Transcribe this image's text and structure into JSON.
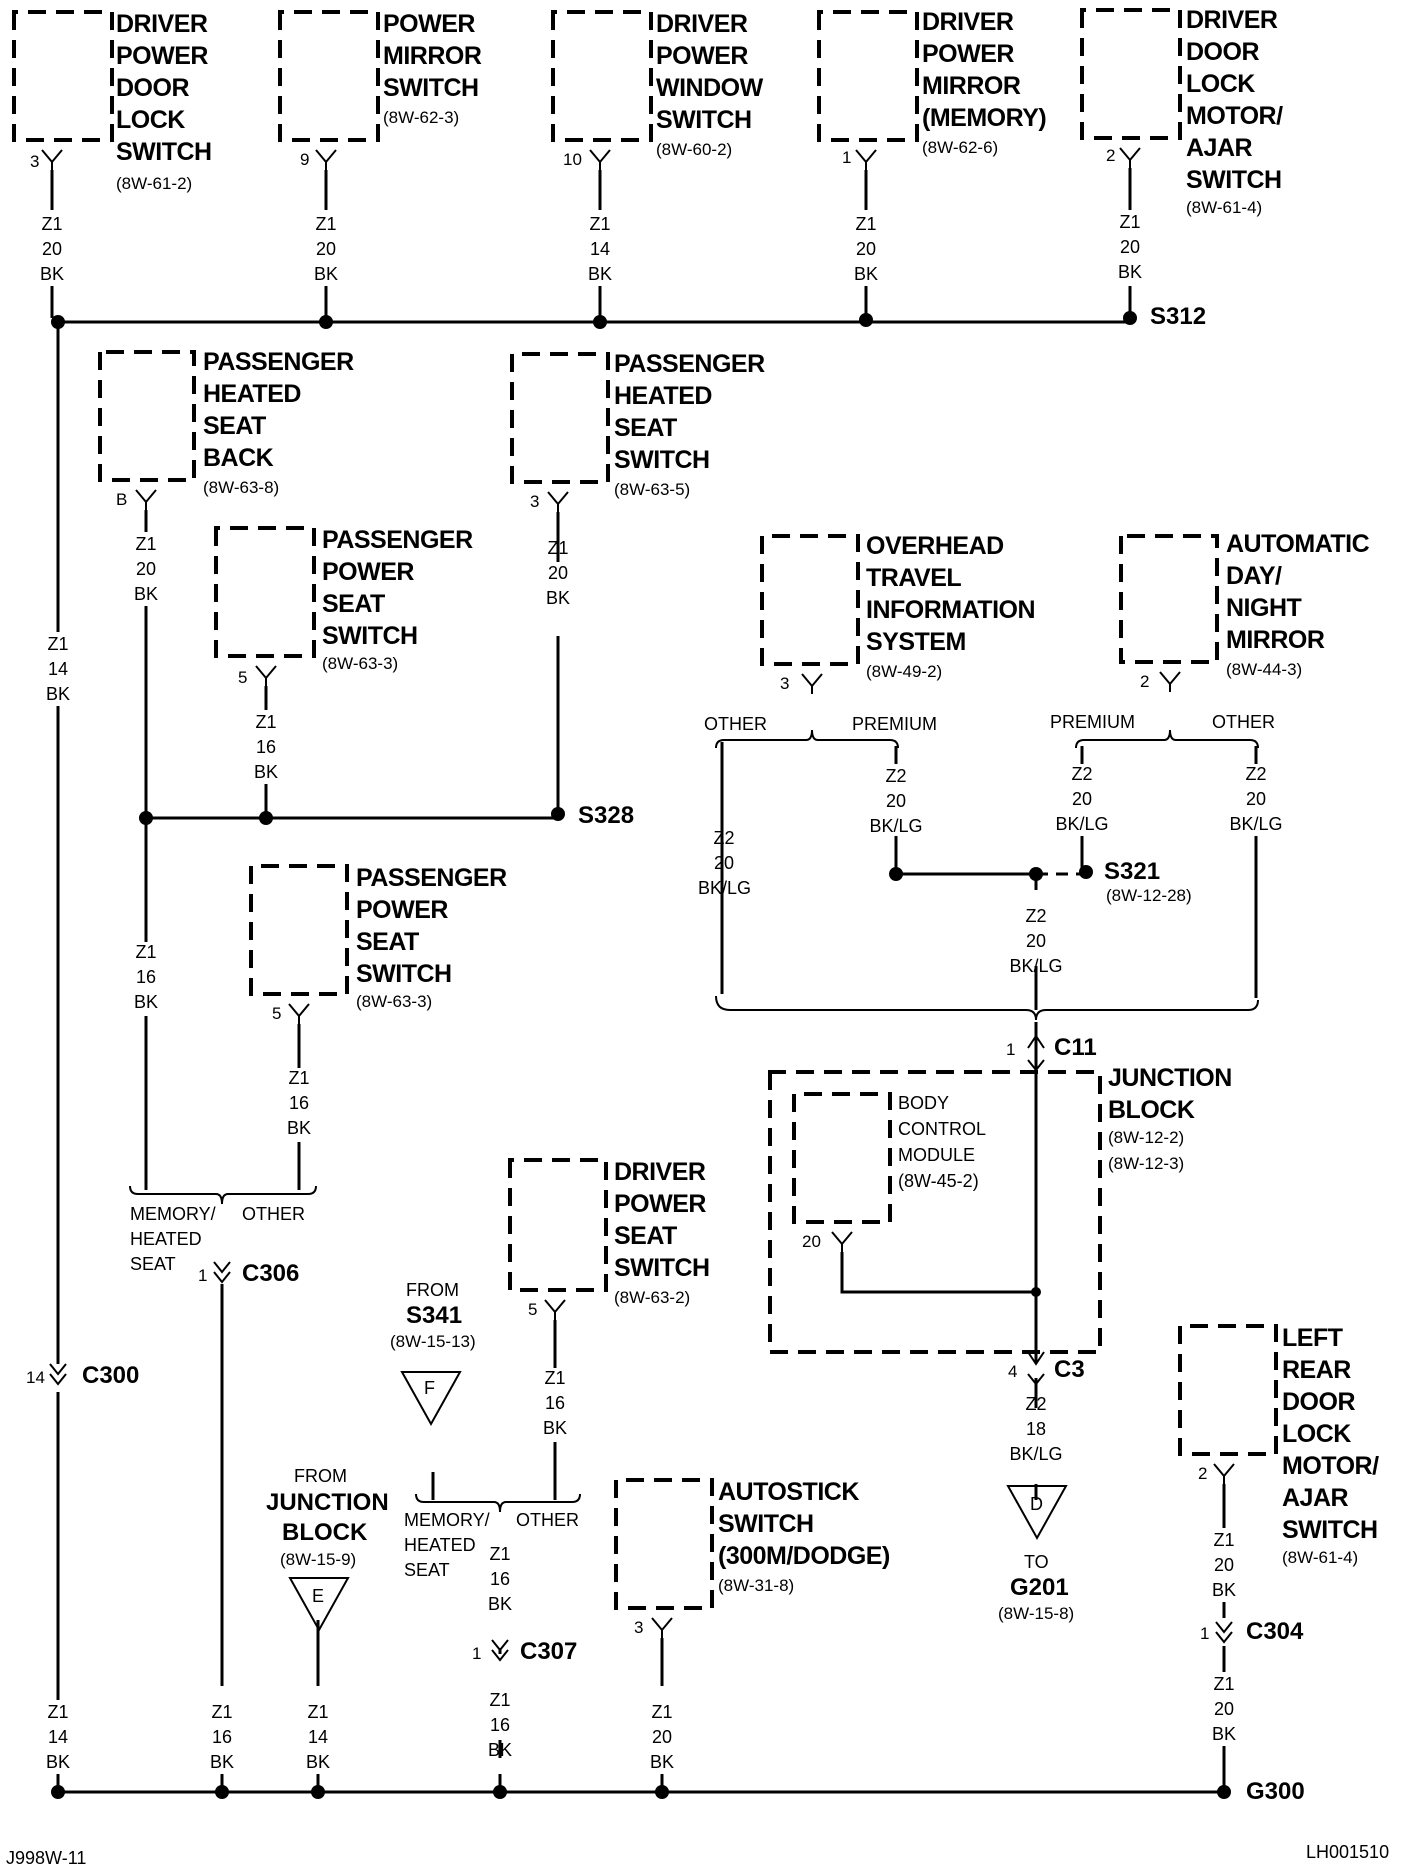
{
  "components": {
    "dpdls": {
      "name": [
        "DRIVER",
        "POWER",
        "DOOR",
        "LOCK",
        "SWITCH"
      ],
      "ref": "(8W-61-2)",
      "pin": "3"
    },
    "pms": {
      "name": [
        "POWER",
        "MIRROR",
        "SWITCH"
      ],
      "ref": "(8W-62-3)",
      "pin": "9"
    },
    "dpws": {
      "name": [
        "DRIVER",
        "POWER",
        "WINDOW",
        "SWITCH"
      ],
      "ref": "(8W-60-2)",
      "pin": "10"
    },
    "dpm": {
      "name": [
        "DRIVER",
        "POWER",
        "MIRROR",
        "(MEMORY)"
      ],
      "ref": "(8W-62-6)",
      "pin": "1"
    },
    "ddlm": {
      "name": [
        "DRIVER",
        "DOOR",
        "LOCK",
        "MOTOR/",
        "AJAR",
        "SWITCH"
      ],
      "ref": "(8W-61-4)",
      "pin": "2"
    },
    "phsb": {
      "name": [
        "PASSENGER",
        "HEATED",
        "SEAT",
        "BACK"
      ],
      "ref": "(8W-63-8)",
      "pin": "B"
    },
    "phss": {
      "name": [
        "PASSENGER",
        "HEATED",
        "SEAT",
        "SWITCH"
      ],
      "ref": "(8W-63-5)",
      "pin": "3"
    },
    "ppss1": {
      "name": [
        "PASSENGER",
        "POWER",
        "SEAT",
        "SWITCH"
      ],
      "ref": "(8W-63-3)",
      "pin": "5"
    },
    "ppss2": {
      "name": [
        "PASSENGER",
        "POWER",
        "SEAT",
        "SWITCH"
      ],
      "ref": "(8W-63-3)",
      "pin": "5"
    },
    "otis": {
      "name": [
        "OVERHEAD",
        "TRAVEL",
        "INFORMATION",
        "SYSTEM"
      ],
      "ref": "(8W-49-2)",
      "pin": "3"
    },
    "adnm": {
      "name": [
        "AUTOMATIC",
        "DAY/",
        "NIGHT",
        "MIRROR"
      ],
      "ref": "(8W-44-3)",
      "pin": "2"
    },
    "jb": {
      "name": [
        "JUNCTION",
        "BLOCK"
      ],
      "ref1": "(8W-12-2)",
      "ref2": "(8W-12-3)"
    },
    "bcm": {
      "name": [
        "BODY",
        "CONTROL",
        "MODULE",
        "(8W-45-2)"
      ],
      "pin": "20"
    },
    "dpss": {
      "name": [
        "DRIVER",
        "POWER",
        "SEAT",
        "SWITCH"
      ],
      "ref": "(8W-63-2)",
      "pin": "5"
    },
    "autostick": {
      "name": [
        "AUTOSTICK",
        "SWITCH",
        "(300M/DODGE)"
      ],
      "ref": "(8W-31-8)",
      "pin": "3"
    },
    "lrdl": {
      "name": [
        "LEFT",
        "REAR",
        "DOOR",
        "LOCK",
        "MOTOR/",
        "AJAR",
        "SWITCH"
      ],
      "ref": "(8W-61-4)",
      "pin": "2"
    }
  },
  "wires": {
    "w_dpdls": [
      "Z1",
      "20",
      "BK"
    ],
    "w_pms": [
      "Z1",
      "20",
      "BK"
    ],
    "w_dpws": [
      "Z1",
      "14",
      "BK"
    ],
    "w_dpm": [
      "Z1",
      "20",
      "BK"
    ],
    "w_ddlm": [
      "Z1",
      "20",
      "BK"
    ],
    "w_left": [
      "Z1",
      "14",
      "BK"
    ],
    "w_phsb": [
      "Z1",
      "20",
      "BK"
    ],
    "w_phss": [
      "Z1",
      "20",
      "BK"
    ],
    "w_ppss1": [
      "Z1",
      "16",
      "BK"
    ],
    "w_mid": [
      "Z1",
      "16",
      "BK"
    ],
    "w_ppss2": [
      "Z1",
      "16",
      "BK"
    ],
    "w_otis_other": [
      "Z2",
      "20",
      "BK/LG"
    ],
    "w_otis_prem": [
      "Z2",
      "20",
      "BK/LG"
    ],
    "w_adnm_prem": [
      "Z2",
      "20",
      "BK/LG"
    ],
    "w_adnm_other": [
      "Z2",
      "20",
      "BK/LG"
    ],
    "w_s321": [
      "Z2",
      "20",
      "BK/LG"
    ],
    "w_dpss": [
      "Z1",
      "16",
      "BK"
    ],
    "w_c3": [
      "Z2",
      "18",
      "BK/LG"
    ],
    "w_lrdl": [
      "Z1",
      "20",
      "BK"
    ],
    "w_c304": [
      "Z1",
      "20",
      "BK"
    ],
    "w_b1": [
      "Z1",
      "14",
      "BK"
    ],
    "w_b2": [
      "Z1",
      "16",
      "BK"
    ],
    "w_b3": [
      "Z1",
      "14",
      "BK"
    ],
    "w_b4": [
      "Z1",
      "16",
      "BK"
    ],
    "w_b5": [
      "Z1",
      "20",
      "BK"
    ]
  },
  "splices": {
    "s312": "S312",
    "s328": "S328",
    "s321": "S321",
    "s321_ref": "(8W-12-28)",
    "g300": "G300"
  },
  "connectors": {
    "c300": "C300",
    "c300_pin": "14",
    "c306": "C306",
    "c306_pin": "1",
    "c307": "C307",
    "c307_pin": "1",
    "c304": "C304",
    "c304_pin": "1",
    "c11": "C11",
    "c11_pin": "1",
    "c3": "C3",
    "c3_pin": "4"
  },
  "options": {
    "other": "OTHER",
    "premium": "PREMIUM",
    "memory_heated": [
      "MEMORY/",
      "HEATED",
      "SEAT"
    ]
  },
  "refs": {
    "f_from": "FROM",
    "f_splice": "S341",
    "f_ref": "(8W-15-13)",
    "f_letter": "F",
    "e_from": "FROM",
    "e_name": [
      "JUNCTION",
      "BLOCK"
    ],
    "e_ref": "(8W-15-9)",
    "e_letter": "E",
    "d_letter": "D",
    "d_to": "TO",
    "d_ground": "G201",
    "d_ref": "(8W-15-8)"
  },
  "footer": {
    "left": "J998W-11",
    "right": "LH001510"
  }
}
